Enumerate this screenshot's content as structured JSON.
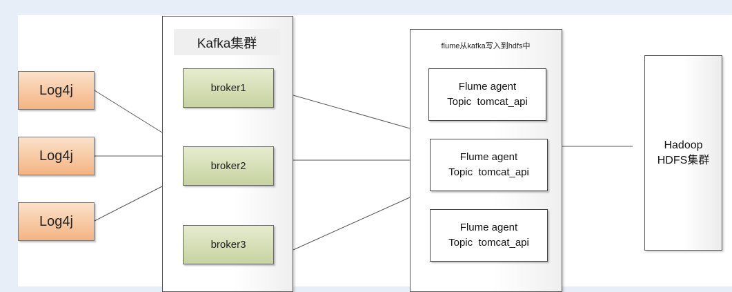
{
  "sources": [
    {
      "label": "Log4j"
    },
    {
      "label": "Log4j"
    },
    {
      "label": "Log4j"
    }
  ],
  "kafka": {
    "title": "Kafka集群",
    "brokers": [
      {
        "label": "broker1"
      },
      {
        "label": "broker2"
      },
      {
        "label": "broker3"
      }
    ]
  },
  "flume": {
    "title": "flume从kafka写入到hdfs中",
    "agents": [
      {
        "line1": "Flume agent",
        "line2": "Topic  tomcat_api"
      },
      {
        "line1": "Flume agent",
        "line2": "Topic  tomcat_api"
      },
      {
        "line1": "Flume agent",
        "line2": "Topic  tomcat_api"
      }
    ]
  },
  "hadoop": {
    "line1": "Hadoop",
    "line2": "HDFS集群"
  },
  "colors": {
    "log4j_fill": "#f4b482",
    "broker_fill": "#c7d3a0",
    "background": "#e8eef8"
  }
}
